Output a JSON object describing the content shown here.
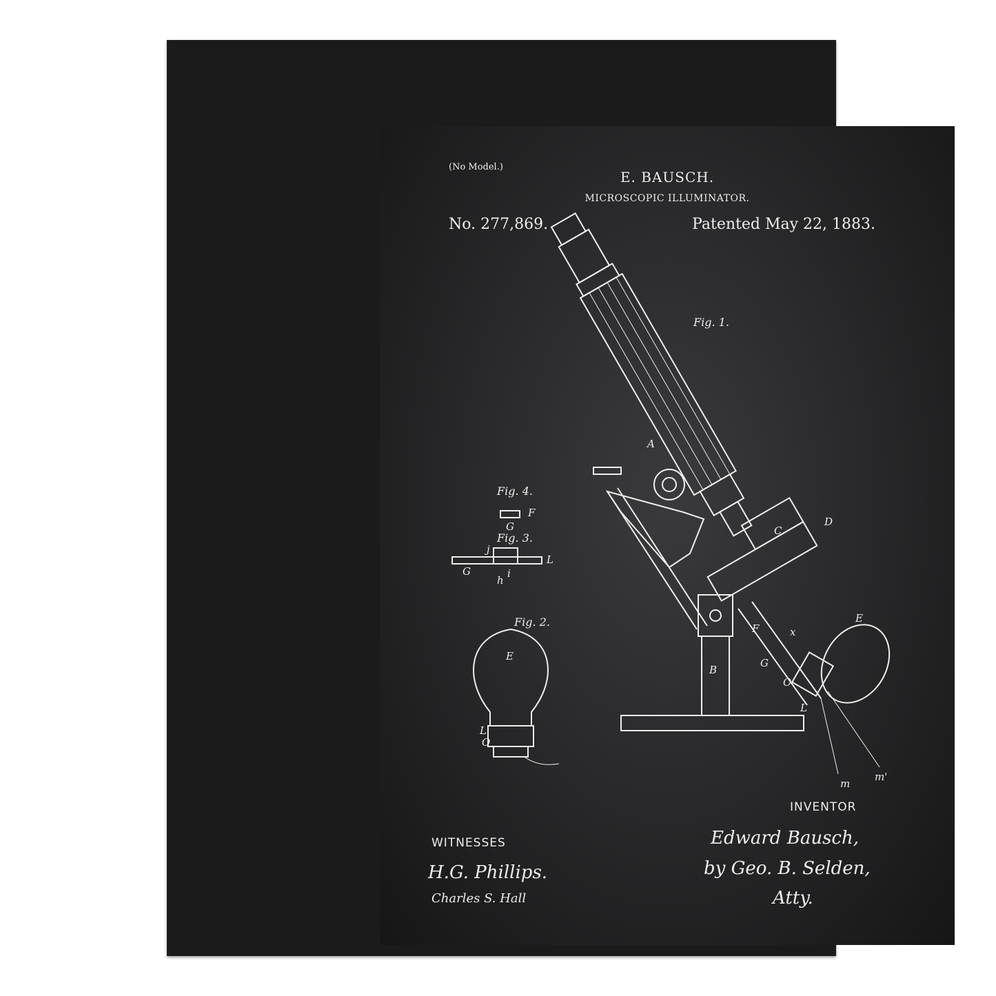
{
  "header": {
    "no_model": "(No Model.)",
    "inventor_name": "E. BAUSCH.",
    "title": "MICROSCOPIC ILLUMINATOR.",
    "patent_number": "No. 277,869.",
    "patent_date": "Patented May 22, 1883."
  },
  "figures": {
    "fig1": "Fig. 1.",
    "fig2": "Fig. 2.",
    "fig3": "Fig. 3.",
    "fig4": "Fig. 4."
  },
  "labels": [
    "A",
    "B",
    "C",
    "D",
    "E",
    "F",
    "G",
    "L",
    "O",
    "m",
    "m'",
    "x",
    "E",
    "L",
    "O",
    "j",
    "i",
    "h",
    "G",
    "L",
    "F",
    "G"
  ],
  "witnesses": {
    "heading": "WITNESSES",
    "sig1": "H.G. Phillips.",
    "sig2": "Charles S. Hall"
  },
  "inventor": {
    "heading": "INVENTOR",
    "sig1": "Edward Bausch,",
    "sig2": "by Geo. B. Selden,",
    "sig3": "Atty."
  }
}
